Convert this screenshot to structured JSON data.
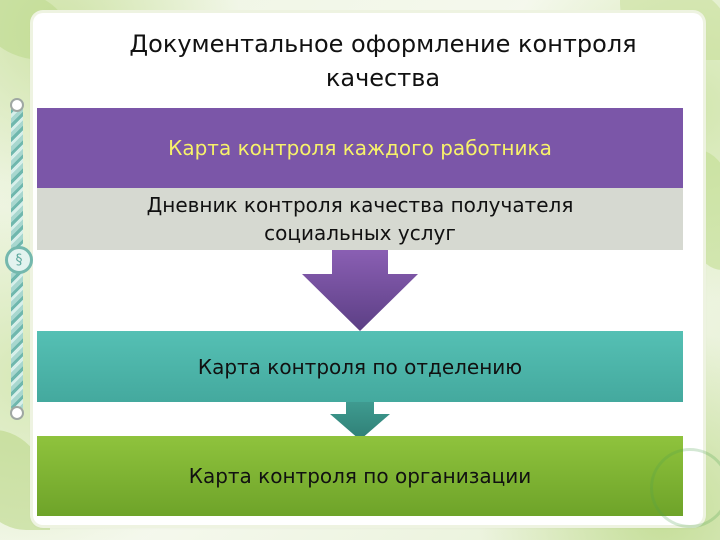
{
  "slide": {
    "title": "Документальное оформление контроля качества",
    "items": [
      {
        "label": "Карта контроля каждого работника"
      },
      {
        "label": "Дневник контроля качества получателя социальных услуг"
      },
      {
        "label": "Карта контроля по отделению"
      },
      {
        "label": "Карта контроля по организации"
      }
    ]
  },
  "colors": {
    "purple": "#7b56a8",
    "purple_text": "#f7f26a",
    "gray": "#d6d9d1",
    "teal": "#4bb5a9",
    "green": "#7fb434"
  },
  "icons": {
    "arrow_1": "down-arrow-icon",
    "arrow_2": "down-arrow-icon",
    "rope": "rope-decoration",
    "stamp": "circular-stamp"
  }
}
